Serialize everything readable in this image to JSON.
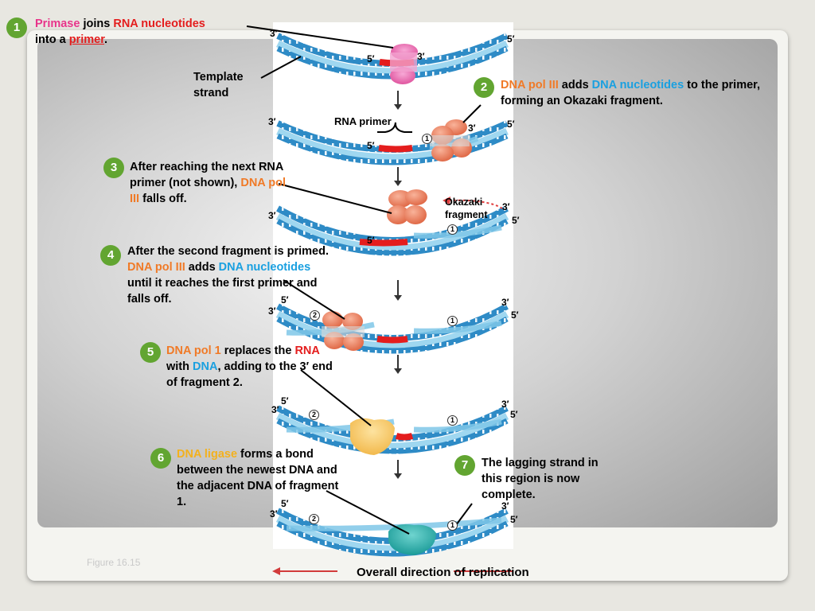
{
  "steps": [
    {
      "num": "1",
      "parts": [
        "Primase",
        " joins ",
        "RNA nucleotides",
        "into a ",
        "primer",
        "."
      ]
    },
    {
      "num": "2",
      "parts": [
        "DNA pol III",
        " adds ",
        "DNA nucleotides",
        " to the primer, forming an Okazaki fragment."
      ]
    },
    {
      "num": "3",
      "parts": [
        "After reaching the next RNA primer (not shown), ",
        "DNA  pol III",
        " falls off."
      ]
    },
    {
      "num": "4",
      "parts": [
        "After the second fragment is primed. ",
        "DNA pol III",
        " adds ",
        "DNA nucleotides",
        " until it reaches the first primer and falls off."
      ]
    },
    {
      "num": "5",
      "parts": [
        "DNA  pol 1",
        " replaces the ",
        "RNA",
        " with ",
        "DNA",
        ", adding to the 3′ end of fragment 2."
      ]
    },
    {
      "num": "6",
      "parts": [
        "DNA ligase",
        " forms a bond between the newest DNA and the adjacent DNA  of fragment 1."
      ]
    },
    {
      "num": "7",
      "parts": [
        "The lagging strand in this region is now complete."
      ]
    }
  ],
  "labels": {
    "template_strand": "Template strand",
    "rna_primer": "RNA primer",
    "okazaki": "Okazaki fragment",
    "three_prime": "3′",
    "five_prime": "5′",
    "frag1": "1",
    "frag2": "2"
  },
  "figure_caption": "Figure 16.15",
  "direction_label": "Overall direction of replication",
  "colors": {
    "badge": "#62a531",
    "primase": "#e8348a",
    "rna": "#e41d1d",
    "polIII": "#f07a27",
    "dna": "#1aa0e0",
    "ligase": "#f3b11e",
    "strand": "#2e8bc6",
    "strand_light": "#9fd7f0"
  }
}
